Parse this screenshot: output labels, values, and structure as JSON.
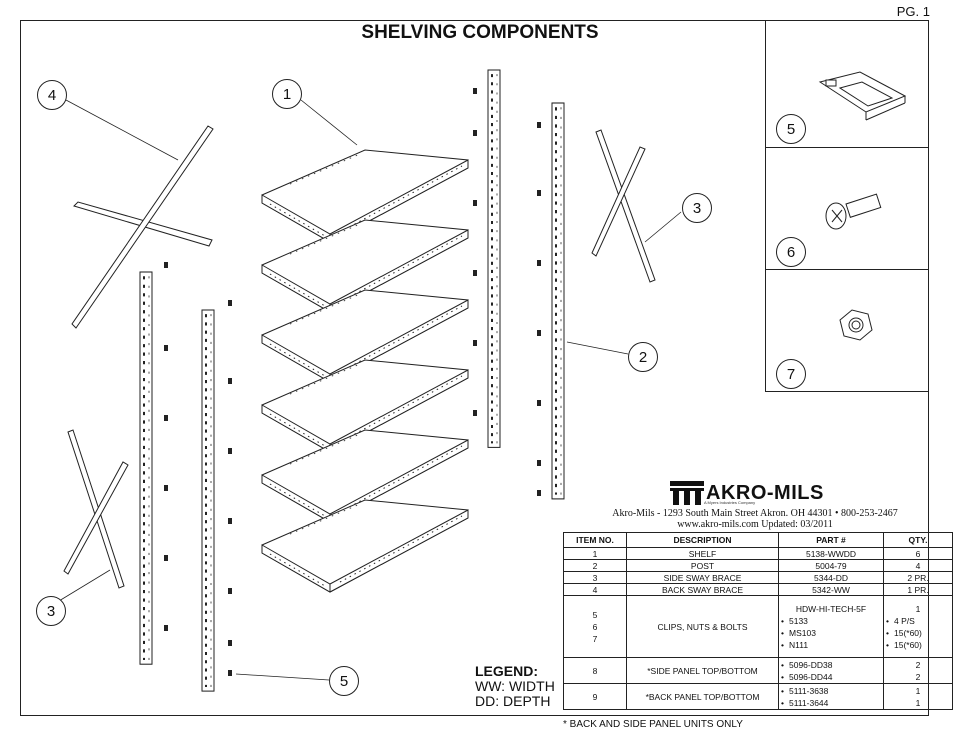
{
  "page_label": "PG. 1",
  "title": "SHELVING COMPONENTS",
  "callouts": {
    "c4": "4",
    "c1": "1",
    "c3a": "3",
    "c2": "2",
    "c3b": "3",
    "c5a": "5",
    "c5": "5",
    "c6": "6",
    "c7": "7"
  },
  "company": {
    "logo_text": "AKRO-MILS",
    "tagline": "A Myers Industries Company",
    "address_line": "Akro-Mils - 1293 South Main Street Akron. OH 44301 • 800-253-2467",
    "web_line": "www.akro-mils.com    Updated: 03/2011"
  },
  "table": {
    "headers": [
      "ITEM NO.",
      "DESCRIPTION",
      "PART #",
      "QTY."
    ],
    "rows": [
      {
        "item": "1",
        "desc": "SHELF",
        "part": "5138-WWDD",
        "qty": "6"
      },
      {
        "item": "2",
        "desc": "POST",
        "part": "5004-79",
        "qty": "4"
      },
      {
        "item": "3",
        "desc": "SIDE SWAY BRACE",
        "part": "5344-DD",
        "qty": "2 PR."
      },
      {
        "item": "4",
        "desc": "BACK SWAY BRACE",
        "part": "5342-WW",
        "qty": "1 PR."
      }
    ],
    "hardware": {
      "items": [
        "5",
        "6",
        "7"
      ],
      "desc": "CLIPS, NUTS & BOLTS",
      "part_header": "HDW-HI-TECH-5F",
      "qty_header": "1",
      "parts": [
        "5133",
        "MS103",
        "N111"
      ],
      "qtys": [
        "4 P/S",
        "15(*60)",
        "15(*60)"
      ]
    },
    "side_panel": {
      "item": "8",
      "desc": "*SIDE PANEL TOP/BOTTOM",
      "parts": [
        "5096-DD38",
        "5096-DD44"
      ],
      "qtys": [
        "2",
        "2"
      ]
    },
    "back_panel": {
      "item": "9",
      "desc": "*BACK PANEL TOP/BOTTOM",
      "parts": [
        "5111-3638",
        "5111-3644"
      ],
      "qtys": [
        "1",
        "1"
      ]
    }
  },
  "legend": {
    "heading": "LEGEND:",
    "line1": "WW: WIDTH",
    "line2": "DD: DEPTH"
  },
  "footnote": "* BACK AND SIDE PANEL UNITS ONLY"
}
